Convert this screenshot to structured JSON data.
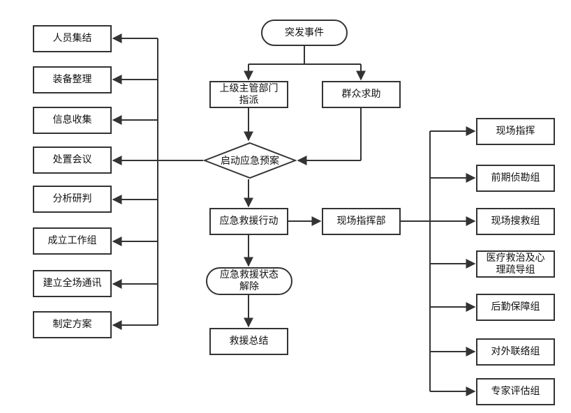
{
  "diagram": {
    "colors": {
      "stroke": "#333333",
      "text": "#111111",
      "background": "#ffffff"
    },
    "nodes": {
      "tufa": "突发事件",
      "shangji": "上级主管部门\n指派",
      "qunzhong": "群众求助",
      "qidong": "启动应急预案",
      "xingdong": "应急救援行动",
      "zhihuibu": "现场指挥部",
      "jiechu": "应急救援状态\n解除",
      "zongjie": "救援总结"
    },
    "left_items": [
      "人员集结",
      "装备整理",
      "信息收集",
      "处置会议",
      "分析研判",
      "成立工作组",
      "建立全场通讯",
      "制定方案"
    ],
    "right_items": [
      "现场指挥",
      "前期侦勘组",
      "现场搜救组",
      "医疗救治及心\n理疏导组",
      "后勤保障组",
      "对外联络组",
      "专家评估组"
    ]
  }
}
